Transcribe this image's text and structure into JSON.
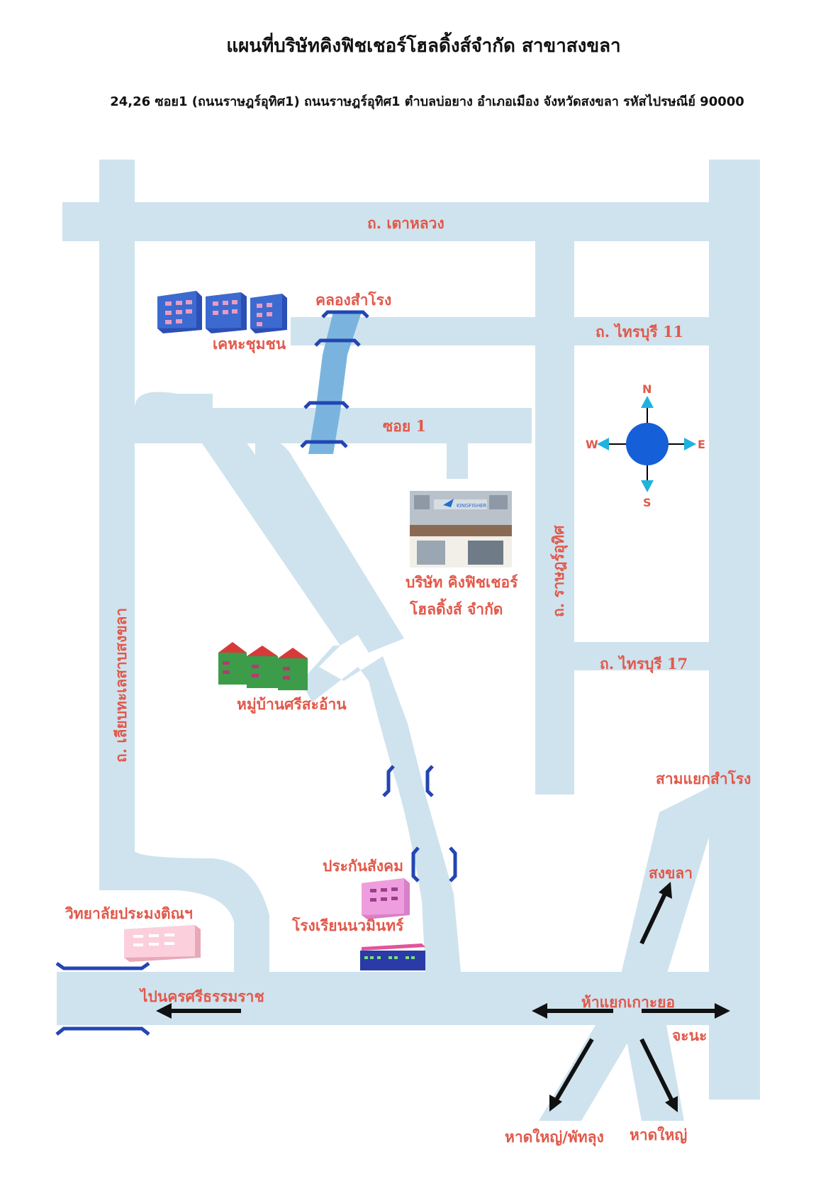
{
  "header": {
    "title": "แผนที่บริษัทคิงฟิชเชอร์โฮลดิ้งส์จำกัด  สาขาสงขลา",
    "address": "24,26 ซอย1 (ถนนราษฎร์อุทิศ1) ถนนราษฎร์อุทิศ1 ตำบลบ่อยาง อำเภอเมือง จังหวัดสงขลา รหัสไปรษณีย์ 90000"
  },
  "roads": {
    "tao_luang": "ถ. เตาหลวง",
    "sai_buri_11": "ถ. ไทรบุรี 11",
    "soi_1": "ซอย 1",
    "sai_buri_17": "ถ. ไทรบุรี 17",
    "rat_uthit": "ถ. ราษฎร์อุทิศ",
    "lakeside": "ถ. เลียบทะเลสาบสงขลา",
    "to_nakhon": "ไปนครศรีธรรมราช"
  },
  "places": {
    "canal": "คลองสำโรง",
    "community_housing": "เคหะชุมชน",
    "company_line1": "บริษัท คิงฟิชเชอร์",
    "company_line2": "โฮลดิ้งส์ จำกัด",
    "village": "หมู่บ้านศรีสะอ้าน",
    "samyaek": "สามแยกสำโรง",
    "social_security": "ประกันสังคม",
    "school": "โรงเรียนนวมินทร์",
    "college": "วิทยาลัยประมงติณฯ",
    "junction": "ห้าแยกเกาะยอ"
  },
  "directions": {
    "songkhla": "สงขลา",
    "chana": "จะนะ",
    "hatyai_phatthalung": "หาดใหญ่/พัทลุง",
    "hatyai": "หาดใหญ่"
  },
  "compass": {
    "n": "N",
    "s": "S",
    "e": "E",
    "w": "W"
  },
  "photo": {
    "sign_text": "KINGFISHER"
  },
  "colors": {
    "road": "#cfe3ee",
    "label": "#e2584a",
    "canal": "#7ab4de",
    "bridge": "#2346b3",
    "compass": "#1560d8",
    "compass_arrow": "#1fb3e0"
  }
}
